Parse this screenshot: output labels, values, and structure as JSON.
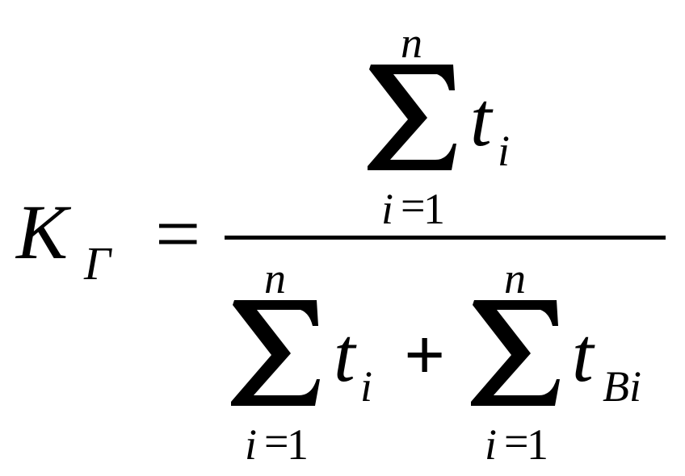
{
  "formula": {
    "lhs": {
      "symbol": "K",
      "subscript": "Г"
    },
    "equals": "=",
    "numerator": {
      "sum": {
        "upper": "n",
        "index": "i",
        "lower_eq": "=",
        "lower_start": "1",
        "sigma": "∑"
      },
      "term": {
        "symbol": "t",
        "subscript": "i"
      }
    },
    "denominator": {
      "sum1": {
        "upper": "n",
        "index": "i",
        "lower_eq": "=",
        "lower_start": "1",
        "sigma": "∑"
      },
      "term1": {
        "symbol": "t",
        "subscript": "i"
      },
      "plus": "+",
      "sum2": {
        "upper": "n",
        "index": "i",
        "lower_eq": "=",
        "lower_start": "1",
        "sigma": "∑"
      },
      "term2": {
        "symbol": "t",
        "subscript": "Bi"
      }
    }
  }
}
